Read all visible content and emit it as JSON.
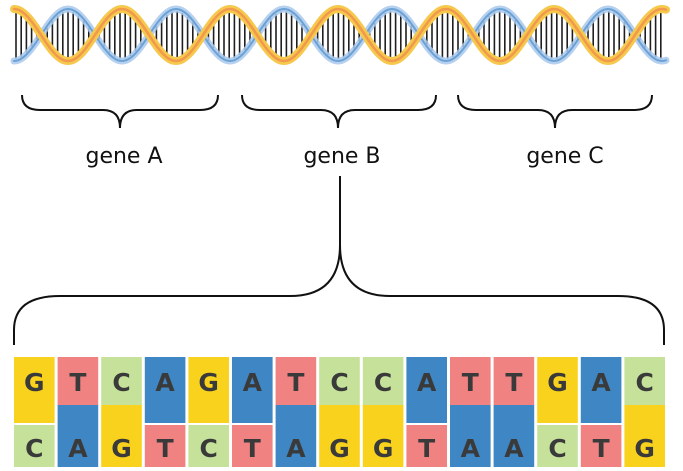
{
  "genes": [
    {
      "label": "gene A"
    },
    {
      "label": "gene B"
    },
    {
      "label": "gene C"
    }
  ],
  "sequence": {
    "top": [
      "G",
      "T",
      "C",
      "A",
      "G",
      "A",
      "T",
      "C",
      "C",
      "A",
      "T",
      "T",
      "G",
      "A",
      "C"
    ],
    "bottom": [
      "C",
      "A",
      "G",
      "T",
      "C",
      "T",
      "A",
      "G",
      "G",
      "T",
      "A",
      "A",
      "C",
      "T",
      "G"
    ]
  },
  "colors": {
    "A": "#3f86c4",
    "T": "#f08282",
    "C": "#c5e19a",
    "G": "#f8d21c",
    "strand_yellow": "#f6c84c",
    "strand_orange": "#ef8a4c",
    "strand_blue": "#a9c8ec",
    "strand_blue_dark": "#4c8fcb",
    "rung": "#1f1f1f",
    "brace": "#111111"
  }
}
